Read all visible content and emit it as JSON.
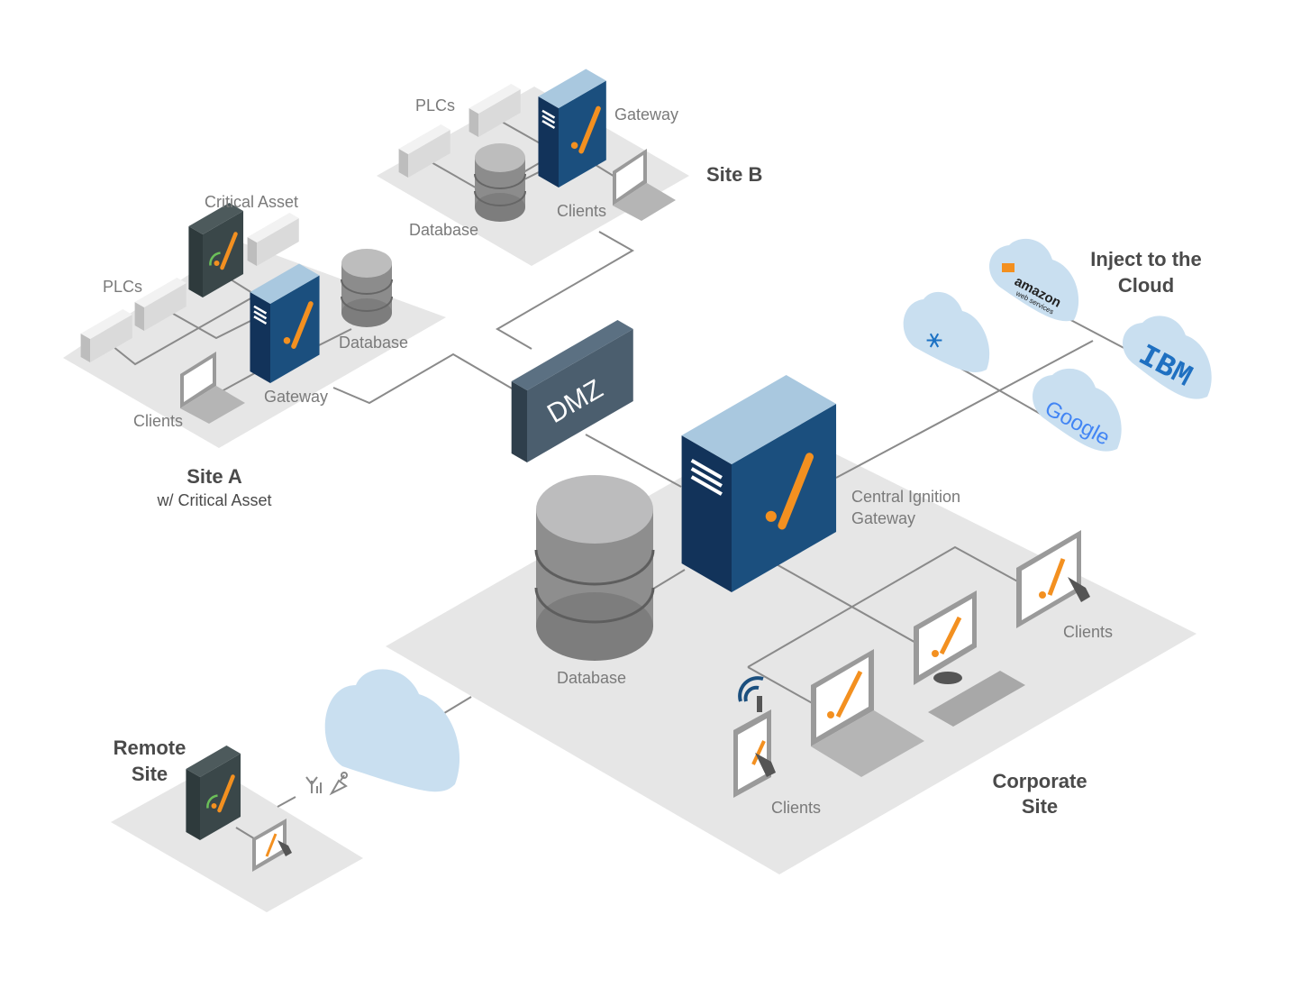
{
  "colors": {
    "platform": "#e6e6e6",
    "server_blue": "#1b4f7e",
    "server_dark": "#12335a",
    "server_top": "#a9c8df",
    "asset_dark": "#2e3a3c",
    "dmz": "#4b5e6e",
    "accent_orange": "#f39020",
    "cloud": "#c9dff0",
    "line": "#8a8a8a"
  },
  "site_b": {
    "title": "Site B",
    "plcs": "PLCs",
    "gateway": "Gateway",
    "database": "Database",
    "clients": "Clients"
  },
  "site_a": {
    "title": "Site A",
    "subtitle": "w/ Critical Asset",
    "critical_asset": "Critical Asset",
    "plcs": "PLCs",
    "database": "Database",
    "gateway": "Gateway",
    "clients": "Clients"
  },
  "dmz": {
    "label": "DMZ"
  },
  "cloud": {
    "title_line1": "Inject to the",
    "title_line2": "Cloud",
    "providers": [
      "amazon web services",
      "IBM",
      "Google",
      "azure-iot-hub-icon"
    ]
  },
  "corporate": {
    "title_line1": "Corporate",
    "title_line2": "Site",
    "central_line1": "Central Ignition",
    "central_line2": "Gateway",
    "database": "Database",
    "clients_right": "Clients",
    "clients_bottom": "Clients"
  },
  "remote": {
    "title_line1": "Remote",
    "title_line2": "Site"
  },
  "logos": {
    "amazon": "amazon",
    "aws_sub": "web services",
    "ibm": "IBM",
    "google": "Google"
  }
}
